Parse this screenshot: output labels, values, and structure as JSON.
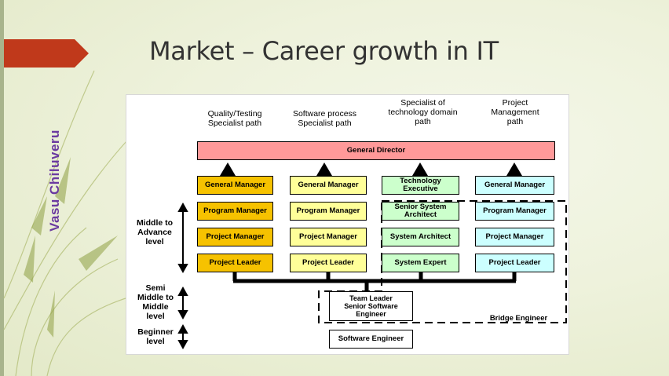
{
  "slide": {
    "title": "Market – Career growth in IT",
    "author": "Vasu Chiluveru"
  },
  "diagram": {
    "paths": [
      "Quality/Testing\nSpecialist path",
      "Software process\nSpecialist path",
      "Specialist of\ntechnology domain\npath",
      "Project\nManagement\npath"
    ],
    "top": "General Director",
    "col1": [
      "General Manager",
      "Program Manager",
      "Project Manager",
      "Project Leader"
    ],
    "col2": [
      "General Manager",
      "Program Manager",
      "Project Manager",
      "Project Leader"
    ],
    "col3": [
      "Technology\nExecutive",
      "Senior System\nArchitect",
      "System Architect",
      "System Expert"
    ],
    "col4": [
      "General Manager",
      "Program Manager",
      "Project Manager",
      "Project Leader"
    ],
    "team_leader": "Team Leader\nSenior Software\nEngineer",
    "software_engineer": "Software Engineer",
    "bridge": "Bridge Engineer",
    "levels": {
      "middle": "Middle to\nAdvance\nlevel",
      "semi": "Semi\nMiddle to\nMiddle\nlevel",
      "beginner": "Beginner\nlevel"
    }
  },
  "colors": {
    "yellow_dark": "#f6c200",
    "yellow_light": "#ffff99",
    "green": "#ccffcc",
    "cyan": "#ccffff",
    "director": "#ff9999",
    "accent_tab": "#c0391b",
    "author_text": "#6b3aa0"
  }
}
